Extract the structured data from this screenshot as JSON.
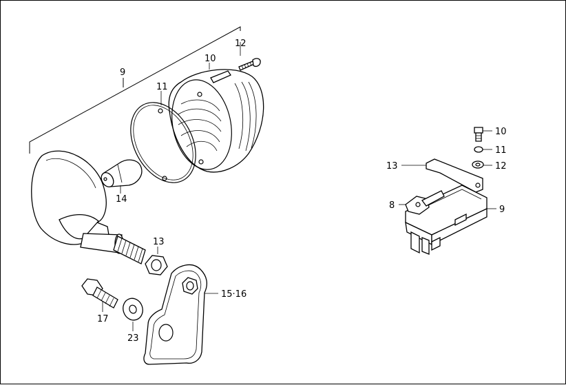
{
  "labels": {
    "l9": "9",
    "l12": "12",
    "l10": "10",
    "l11": "11",
    "l14": "14",
    "l13": "13",
    "l15_16": "15·16",
    "l17": "17",
    "l23": "23",
    "r10": "10",
    "r11": "11",
    "r12": "12",
    "r13": "13",
    "r8": "8",
    "r9": "9"
  }
}
